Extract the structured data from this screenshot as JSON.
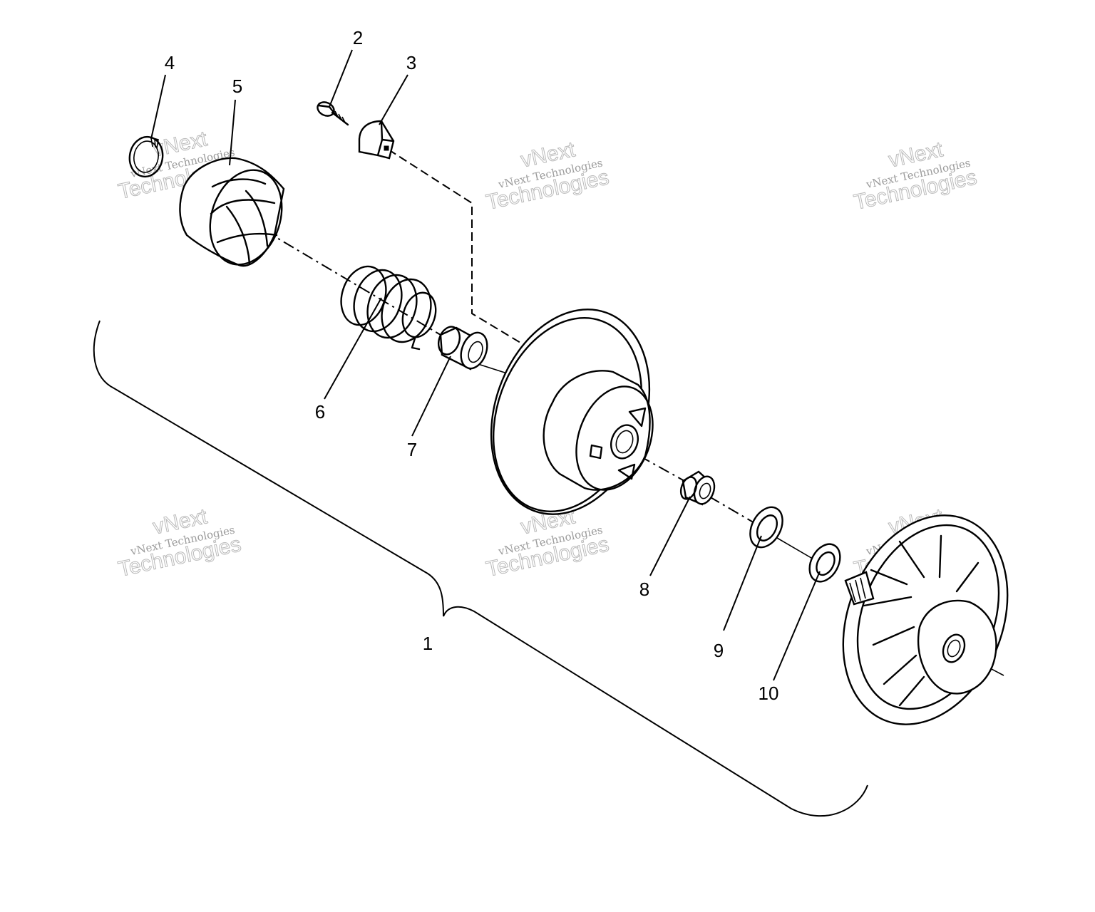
{
  "callouts": [
    {
      "id": "c1",
      "label": "1"
    },
    {
      "id": "c2",
      "label": "2"
    },
    {
      "id": "c3",
      "label": "3"
    },
    {
      "id": "c4",
      "label": "4"
    },
    {
      "id": "c5",
      "label": "5"
    },
    {
      "id": "c6",
      "label": "6"
    },
    {
      "id": "c7",
      "label": "7"
    },
    {
      "id": "c8",
      "label": "8"
    },
    {
      "id": "c9",
      "label": "9"
    },
    {
      "id": "c10",
      "label": "10"
    }
  ],
  "watermark": {
    "small": "vNext Technologies",
    "large_top": "vNext",
    "large_bottom": "Technologies"
  }
}
